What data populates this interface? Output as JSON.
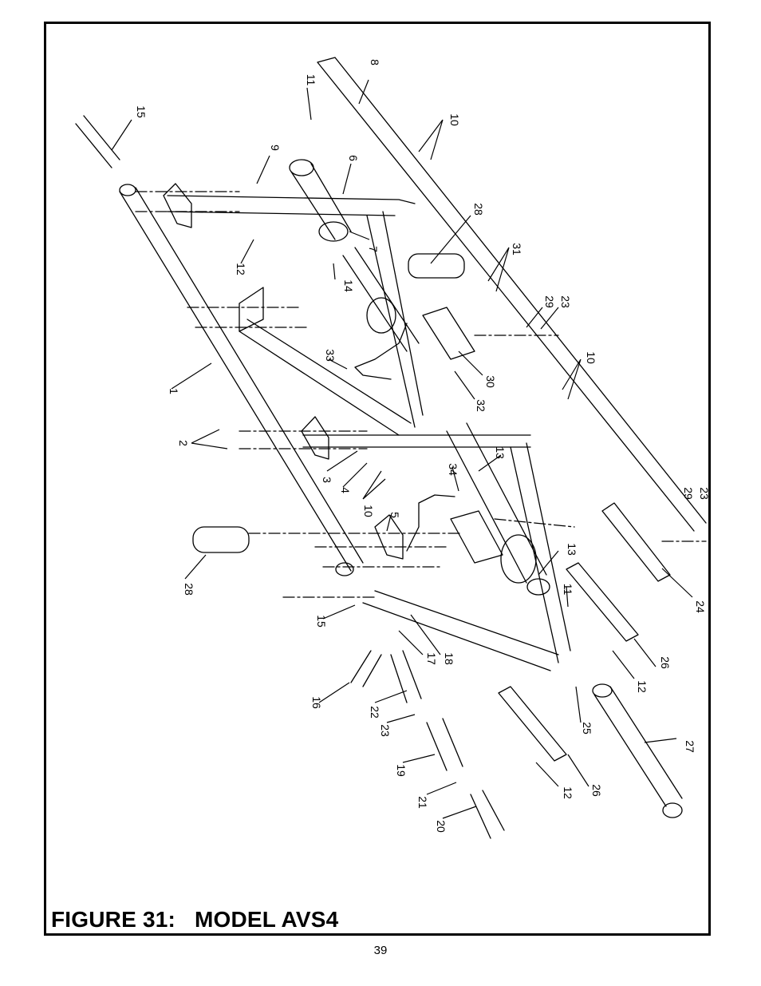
{
  "figure": {
    "number_label": "FIGURE 31:",
    "model_label": "MODEL AVS4"
  },
  "page_number": "39",
  "callouts": [
    "15",
    "11",
    "8",
    "10",
    "9",
    "6",
    "28",
    "31",
    "7",
    "12",
    "14",
    "29",
    "23",
    "33",
    "10",
    "30",
    "1",
    "32",
    "2",
    "13",
    "34",
    "3",
    "4",
    "10",
    "5",
    "29",
    "23",
    "28",
    "13",
    "11",
    "24",
    "15",
    "17",
    "18",
    "26",
    "12",
    "16",
    "22",
    "25",
    "27",
    "23",
    "19",
    "12",
    "26",
    "21",
    "20"
  ]
}
